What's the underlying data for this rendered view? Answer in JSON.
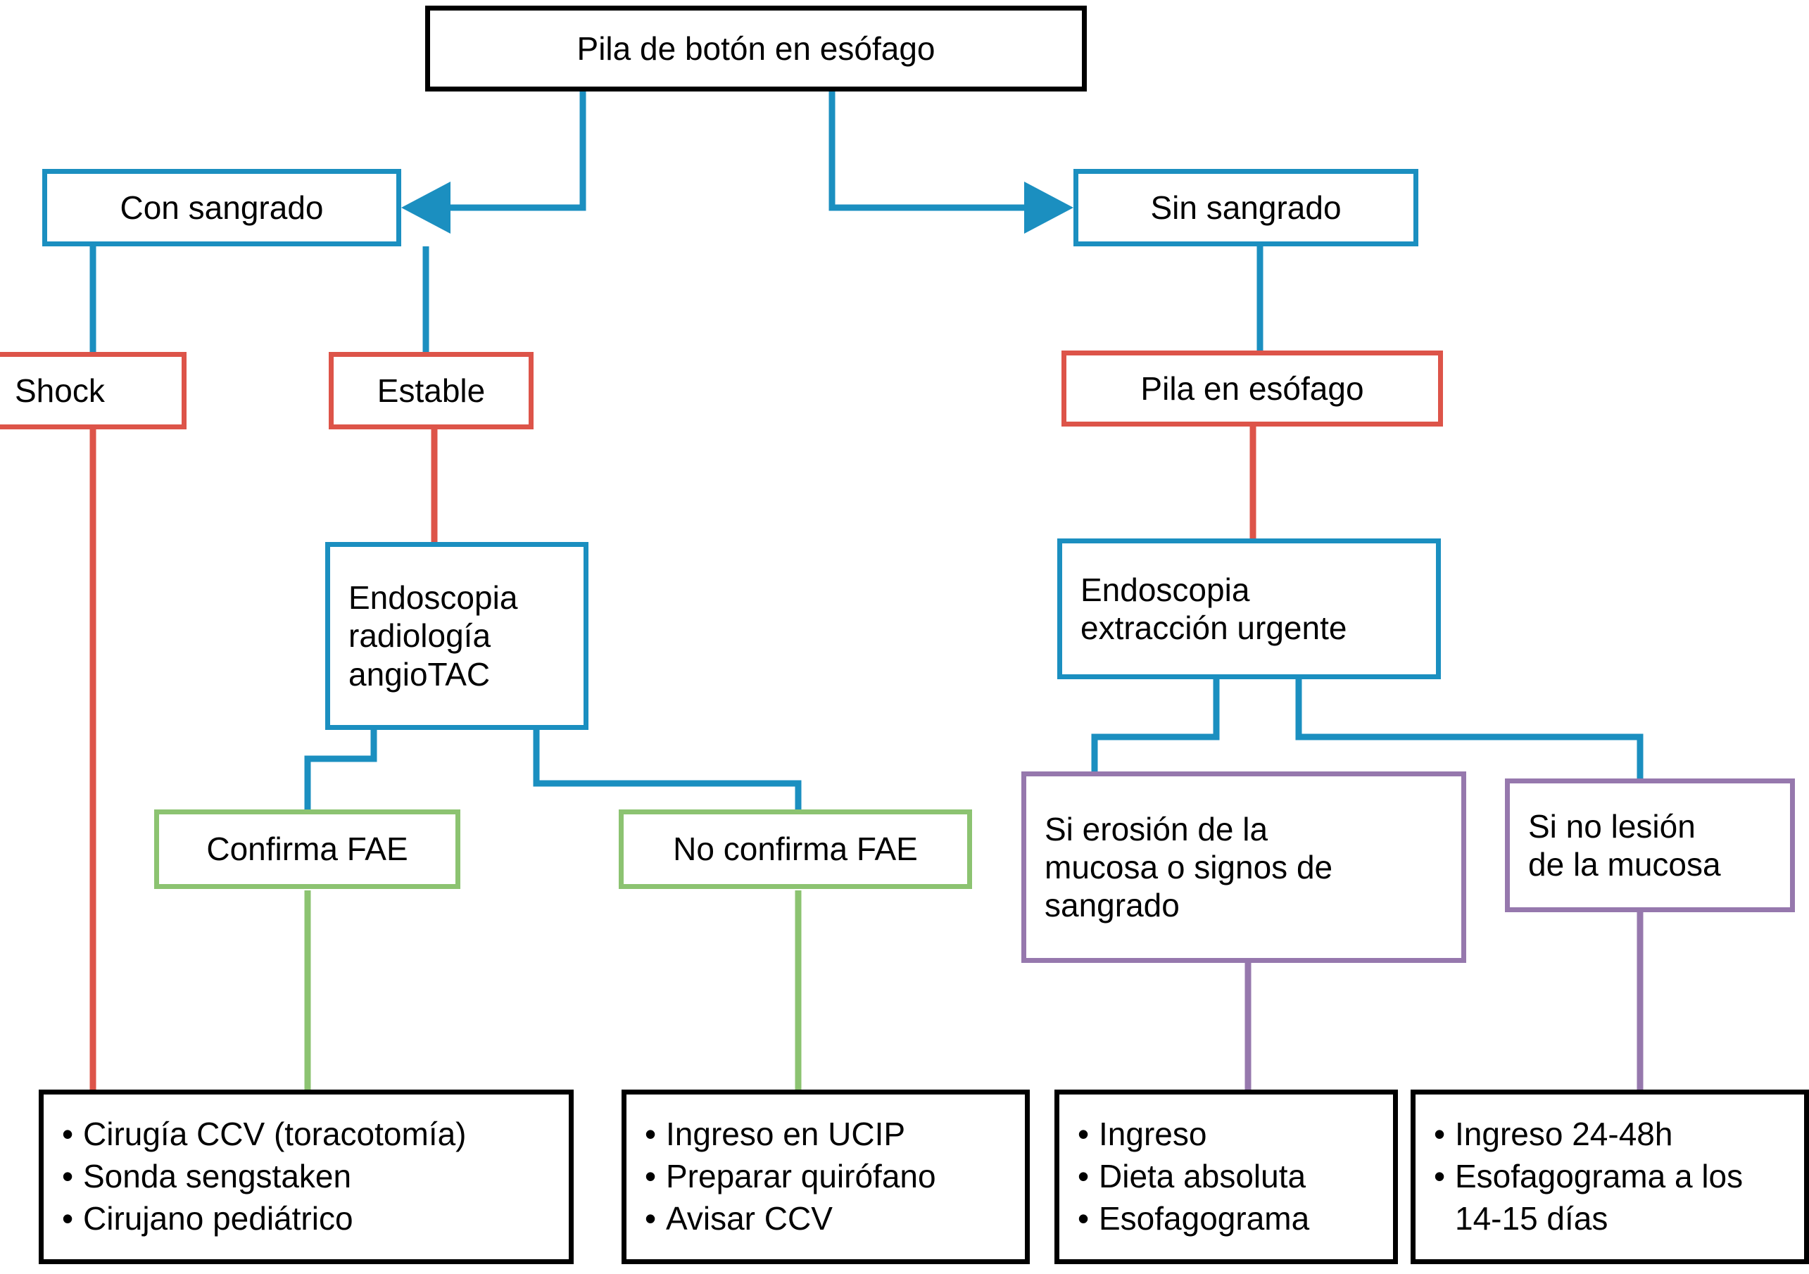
{
  "diagram": {
    "title": "Pila de botón en esófago",
    "language": "es",
    "palette": {
      "black": "#000000",
      "blue": "#1b8fc0",
      "red": "#dd5449",
      "green": "#8cc371",
      "purple": "#9678ad",
      "background": "#ffffff"
    },
    "nodes": {
      "root": {
        "label": "Pila de botón en esófago",
        "color": "black"
      },
      "con_sangrado": {
        "label": "Con sangrado",
        "color": "blue"
      },
      "sin_sangrado": {
        "label": "Sin sangrado",
        "color": "blue"
      },
      "shock": {
        "label": "Shock",
        "color": "red"
      },
      "estable": {
        "label": "Estable",
        "color": "red"
      },
      "pila_esofago": {
        "label": "Pila en esófago",
        "color": "red"
      },
      "endoscopia_izq": {
        "color": "blue",
        "lines": [
          "Endoscopia",
          "radiología",
          "angioTAC"
        ]
      },
      "endoscopia_der": {
        "color": "blue",
        "lines": [
          "Endoscopia",
          "extracción urgente"
        ]
      },
      "confirma_fae": {
        "label": "Confirma FAE",
        "color": "green"
      },
      "no_confirma_fae": {
        "label": "No confirma FAE",
        "color": "green"
      },
      "erosion": {
        "color": "purple",
        "lines": [
          "Si erosión de la",
          "mucosa o signos de",
          "sangrado"
        ]
      },
      "no_lesion": {
        "color": "purple",
        "lines": [
          "Si no lesión",
          "de la mucosa"
        ]
      },
      "out_cirugia": {
        "color": "black",
        "bullets": [
          "Cirugía CCV (toracotomía)",
          "Sonda sengstaken",
          "Cirujano pediátrico"
        ]
      },
      "out_ucip": {
        "color": "black",
        "bullets": [
          "Ingreso en UCIP",
          "Preparar quirófano",
          "Avisar CCV"
        ]
      },
      "out_ingreso": {
        "color": "black",
        "bullets": [
          "Ingreso",
          "Dieta absoluta",
          "Esofagograma"
        ]
      },
      "out_ingreso48": {
        "color": "black",
        "bullets": [
          "Ingreso 24-48h",
          "Esofagograma a los",
          "14-15 días"
        ]
      }
    },
    "edges": [
      {
        "from": "root",
        "to": "con_sangrado",
        "color": "blue",
        "arrow": "left"
      },
      {
        "from": "root",
        "to": "sin_sangrado",
        "color": "blue",
        "arrow": "right"
      },
      {
        "from": "con_sangrado",
        "to": "shock",
        "color": "blue",
        "arrow": "none"
      },
      {
        "from": "con_sangrado",
        "to": "estable",
        "color": "blue",
        "arrow": "none"
      },
      {
        "from": "sin_sangrado",
        "to": "pila_esofago",
        "color": "blue",
        "arrow": "none"
      },
      {
        "from": "estable",
        "to": "endoscopia_izq",
        "color": "red",
        "arrow": "none"
      },
      {
        "from": "pila_esofago",
        "to": "endoscopia_der",
        "color": "red",
        "arrow": "none"
      },
      {
        "from": "endoscopia_izq",
        "to": "confirma_fae",
        "color": "blue",
        "arrow": "none"
      },
      {
        "from": "endoscopia_izq",
        "to": "no_confirma_fae",
        "color": "blue",
        "arrow": "none"
      },
      {
        "from": "endoscopia_der",
        "to": "erosion",
        "color": "blue",
        "arrow": "none"
      },
      {
        "from": "endoscopia_der",
        "to": "no_lesion",
        "color": "blue",
        "arrow": "none"
      },
      {
        "from": "shock",
        "to": "out_cirugia",
        "color": "red",
        "arrow": "none"
      },
      {
        "from": "confirma_fae",
        "to": "out_cirugia",
        "color": "green",
        "arrow": "none"
      },
      {
        "from": "no_confirma_fae",
        "to": "out_ucip",
        "color": "green",
        "arrow": "none"
      },
      {
        "from": "erosion",
        "to": "out_ingreso",
        "color": "purple",
        "arrow": "none"
      },
      {
        "from": "no_lesion",
        "to": "out_ingreso48",
        "color": "purple",
        "arrow": "none"
      }
    ]
  }
}
